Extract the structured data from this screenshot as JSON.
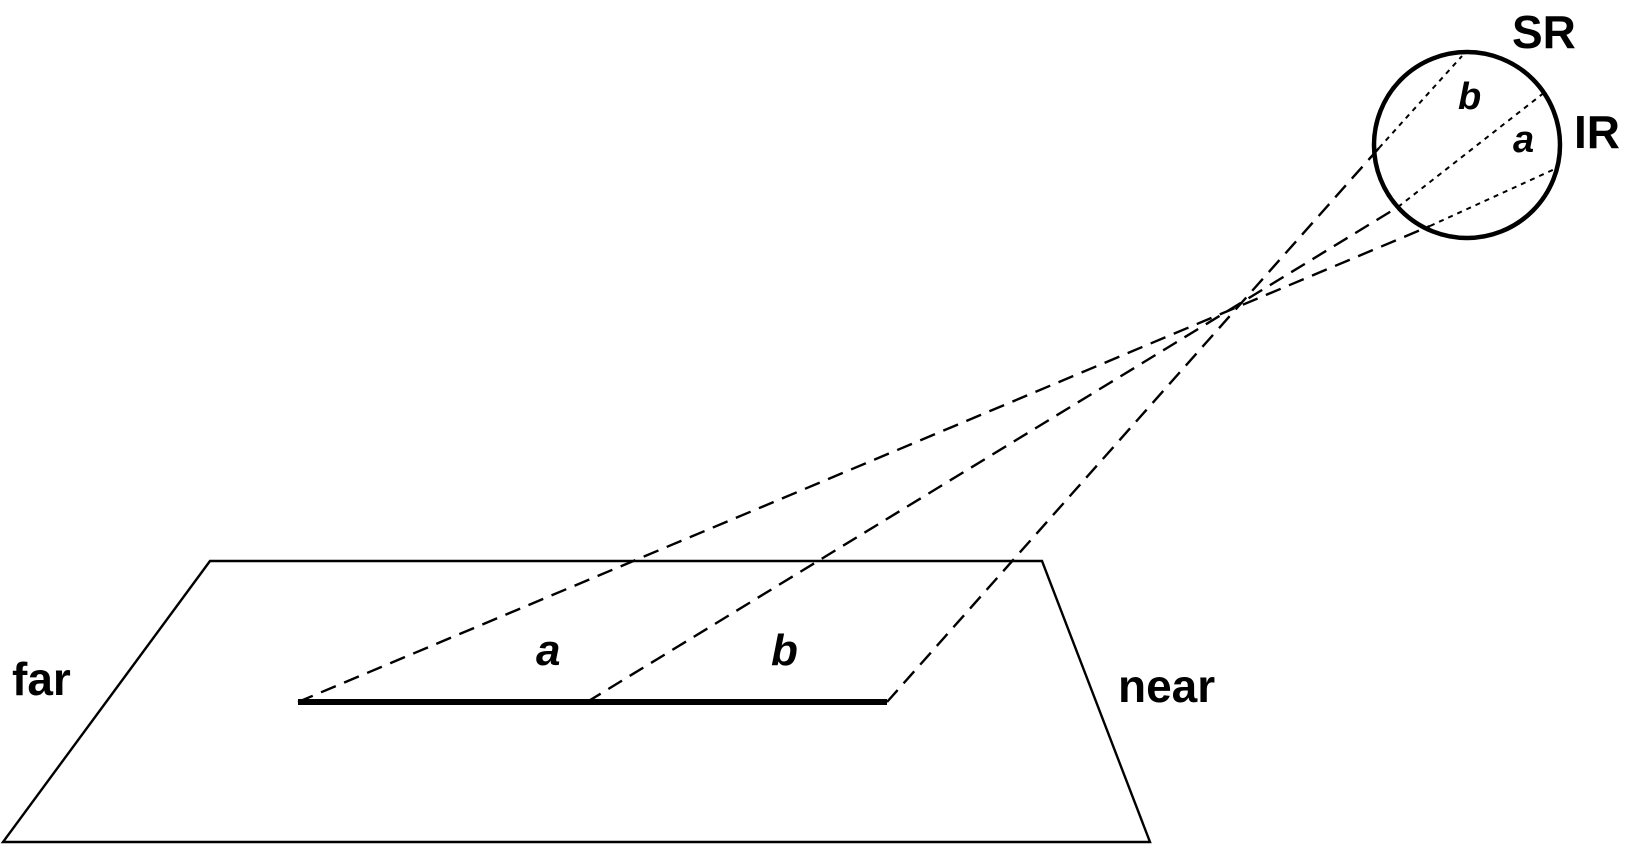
{
  "labels": {
    "far": "far",
    "near": "near",
    "sr": "SR",
    "ir": "IR",
    "plane_a": "a",
    "plane_b": "b",
    "eye_a": "a",
    "eye_b": "b"
  }
}
